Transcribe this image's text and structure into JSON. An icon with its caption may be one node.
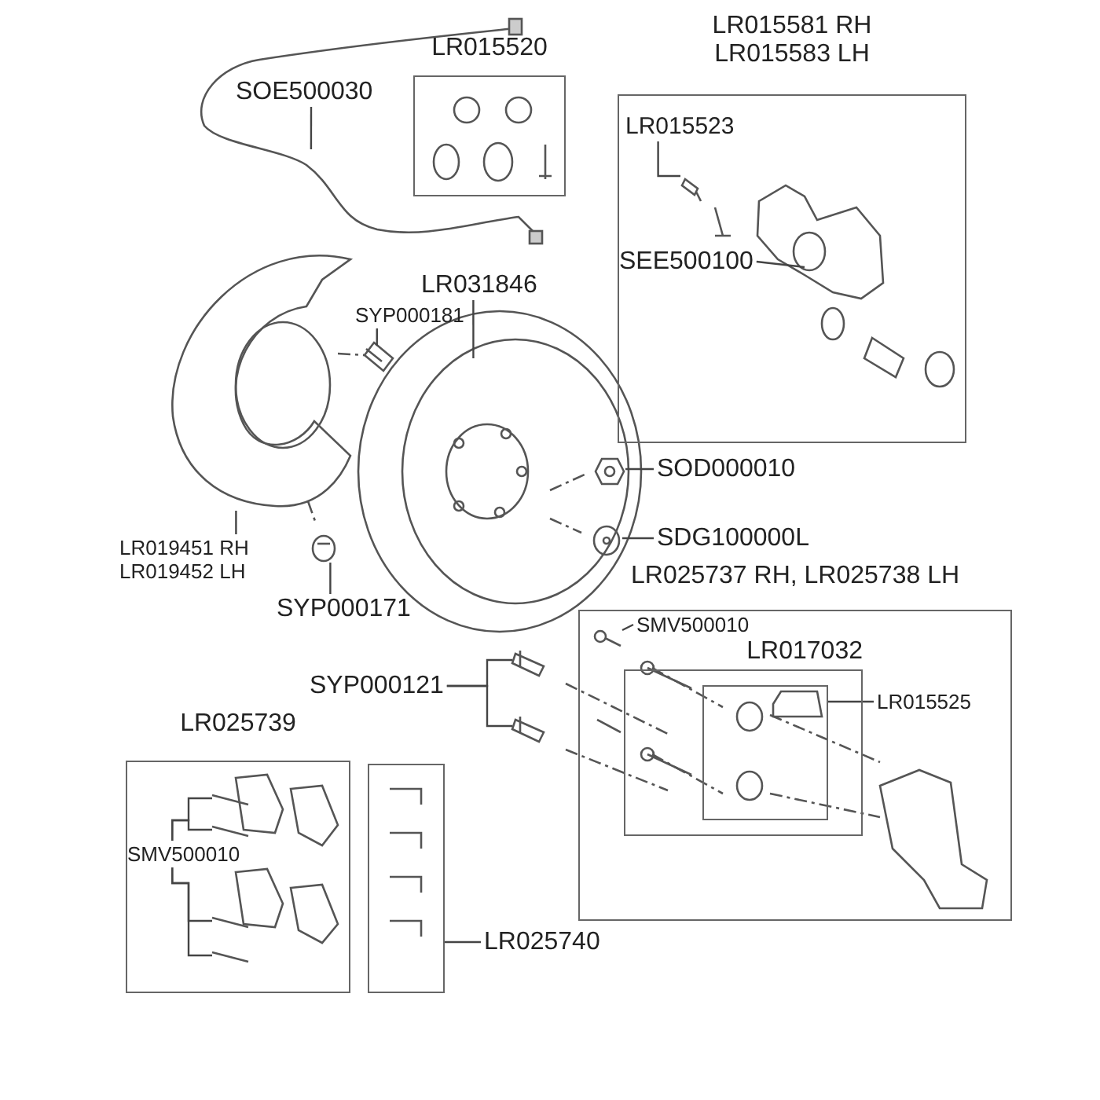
{
  "diagram": {
    "nodes": [
      {
        "text": [
          "SOE500030"
        ]
      },
      {
        "text": [
          "LR015520"
        ]
      },
      {
        "text": [
          "LR015581 RH",
          "LR015583 LH"
        ]
      },
      {
        "text": [
          "LR015523"
        ],
        "in": 2
      },
      {
        "text": [
          "SEE500100"
        ],
        "in": 2
      },
      {
        "text": [
          "LR031846"
        ]
      },
      {
        "text": [
          "SYP000181"
        ]
      },
      {
        "text": [
          "LR019451 RH",
          "LR019452 LH"
        ]
      },
      {
        "text": [
          "SYP000171"
        ]
      },
      {
        "text": [
          "SOD000010"
        ]
      },
      {
        "text": [
          "SDG100000L"
        ]
      },
      {
        "text": [
          "LR025737 RH, LR025738 LH"
        ]
      },
      {
        "text": [
          "SMV500010"
        ],
        "in": 11
      },
      {
        "text": [
          "LR017032"
        ],
        "in": 11
      },
      {
        "text": [],
        "shape": "box",
        "in": 13
      },
      {
        "text": [
          "LR015525"
        ],
        "in": 11
      },
      {
        "text": [
          "SYP000121"
        ]
      },
      {
        "text": [
          "LR025739"
        ]
      },
      {
        "text": [
          "SMV500010"
        ],
        "in": 17
      },
      {
        "text": [],
        "shape": "box"
      },
      {
        "text": [
          "LR025740"
        ]
      },
      {
        "text": [],
        "shape": "picture",
        "in": 2
      },
      {
        "text": [],
        "shape": "picture"
      },
      {
        "text": [],
        "shape": "picture"
      },
      {
        "text": [],
        "shape": "picture"
      },
      {
        "text": [],
        "shape": "picture"
      },
      {
        "text": [],
        "shape": "picture",
        "in": 11
      },
      {
        "text": [],
        "shape": "picture"
      },
      {
        "text": [],
        "shape": "picture"
      }
    ],
    "edges": [
      {
        "from": 0,
        "to": null,
        "arrow": "none"
      },
      {
        "from": 3,
        "to": 21,
        "arrow": "none"
      },
      {
        "from": 4,
        "to": null,
        "arrow": "none"
      },
      {
        "from": 5,
        "to": null,
        "arrow": "none"
      },
      {
        "from": 6,
        "to": null,
        "arrow": "none"
      },
      {
        "from": 7,
        "to": 22,
        "arrow": "none"
      },
      {
        "from": 8,
        "to": 23,
        "arrow": "none"
      },
      {
        "from": 9,
        "to": 24,
        "arrow": "none"
      },
      {
        "from": 10,
        "to": 25,
        "arrow": "none"
      },
      {
        "from": 12,
        "to": 26,
        "arrow": "none"
      },
      {
        "from": 15,
        "to": 14,
        "arrow": "none"
      },
      {
        "from": 16,
        "to": 27,
        "arrow": "none"
      },
      {
        "from": 16,
        "to": 28,
        "arrow": "none"
      },
      {
        "from": 18,
        "to": null,
        "arrow": "none"
      },
      {
        "from": 18,
        "to": null,
        "arrow": "none"
      },
      {
        "from": 18,
        "to": null,
        "arrow": "none"
      },
      {
        "from": 18,
        "to": null,
        "arrow": "none"
      },
      {
        "from": 20,
        "to": 19,
        "arrow": "none"
      }
    ]
  }
}
